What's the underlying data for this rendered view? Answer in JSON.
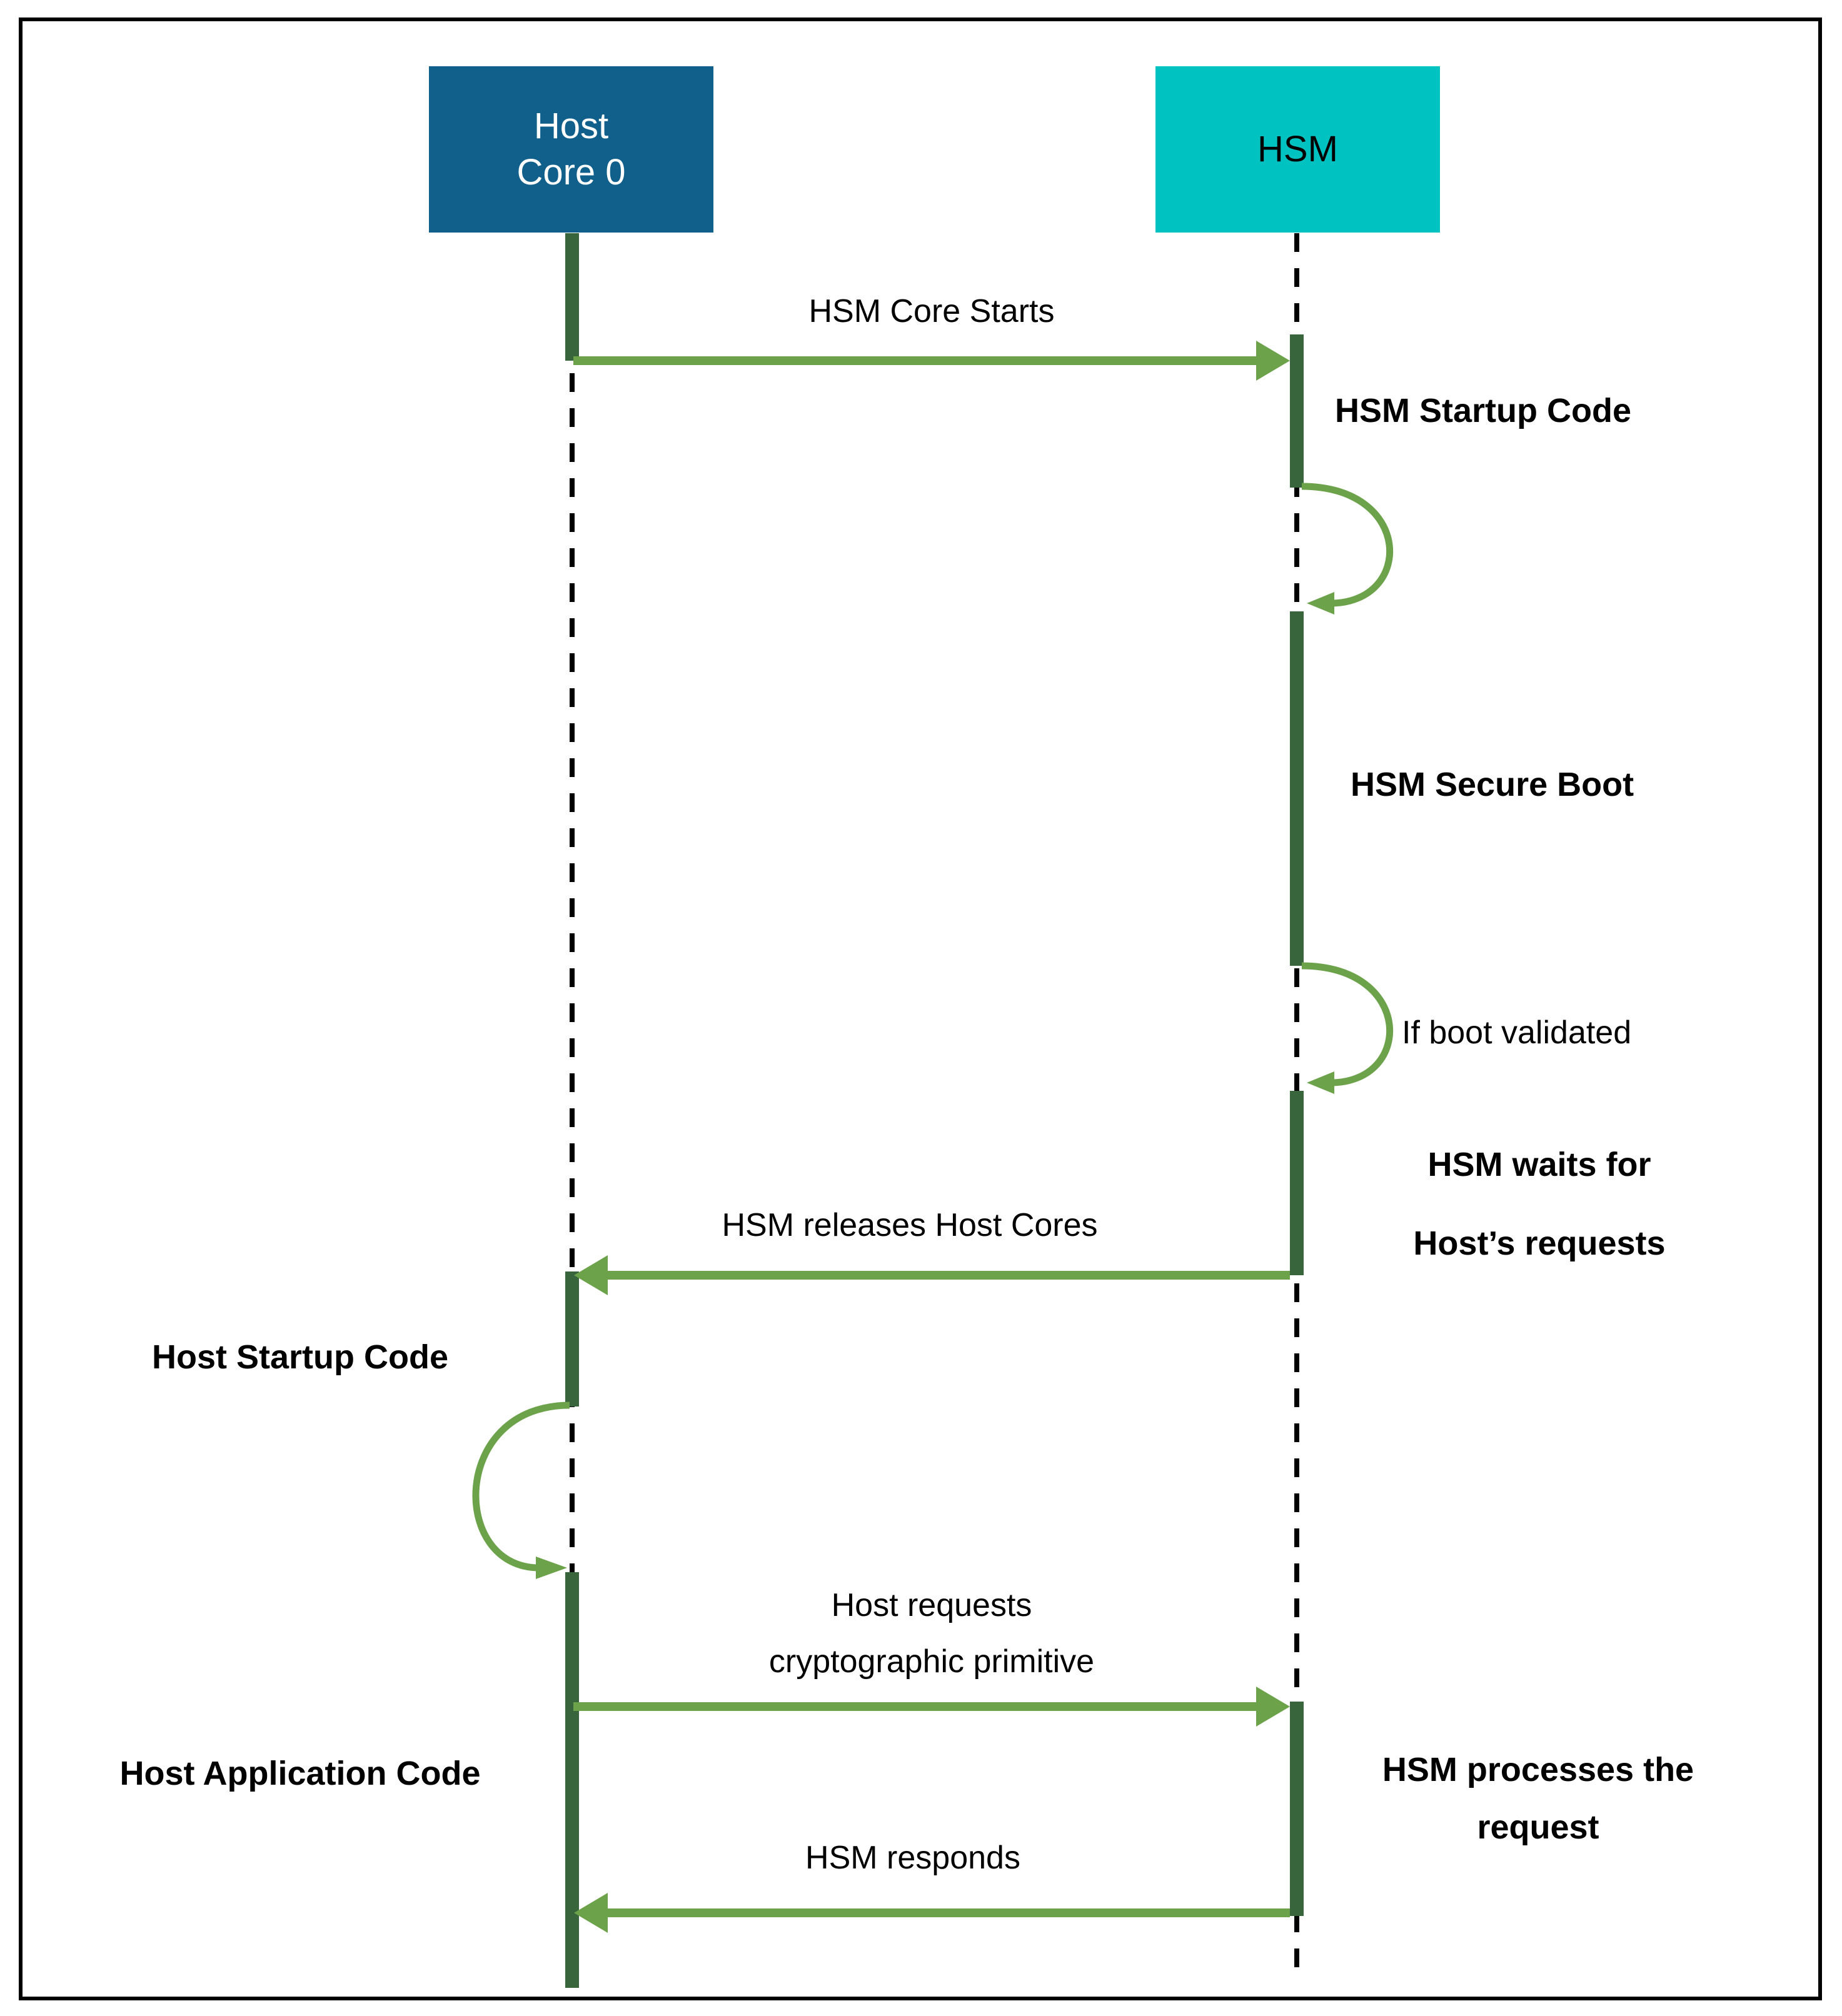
{
  "diagram": {
    "type": "sequence-diagram",
    "colors": {
      "host_box": "#11608C",
      "hsm_box": "#00C2C1",
      "activation_bar": "#38653C",
      "arrow": "#6CA24A",
      "host_box_text": "#FFFFFF",
      "hsm_box_text": "#000000",
      "label_text": "#000000"
    },
    "actors": [
      {
        "id": "host",
        "line1": "Host",
        "line2": "Core 0"
      },
      {
        "id": "hsm",
        "line1": "HSM",
        "line2": ""
      }
    ],
    "messages": [
      {
        "from": "Host Core 0",
        "to": "HSM",
        "direction": "right",
        "label": "HSM Core Starts"
      },
      {
        "from": "HSM",
        "to": "Host Core 0",
        "direction": "left",
        "label": "HSM releases Host Cores"
      },
      {
        "from": "Host Core 0",
        "to": "HSM",
        "direction": "right",
        "line1": "Host requests",
        "line2": "cryptographic primitive"
      },
      {
        "from": "HSM",
        "to": "Host Core 0",
        "direction": "left",
        "label": "HSM responds"
      }
    ],
    "self_loops": [
      {
        "on": "HSM",
        "label": ""
      },
      {
        "on": "HSM",
        "label": "If boot validated"
      },
      {
        "on": "Host Core 0",
        "label": ""
      }
    ],
    "notes": [
      {
        "beside": "HSM",
        "label": "HSM Startup Code"
      },
      {
        "beside": "HSM",
        "label": "HSM Secure Boot"
      },
      {
        "beside": "HSM",
        "line1": "HSM waits for",
        "line2": "Host’s requests"
      },
      {
        "beside": "Host Core 0",
        "label": "Host Startup Code"
      },
      {
        "beside": "Host Core 0",
        "label": "Host Application Code"
      },
      {
        "beside": "HSM",
        "line1": "HSM processes the",
        "line2": "request"
      }
    ]
  }
}
